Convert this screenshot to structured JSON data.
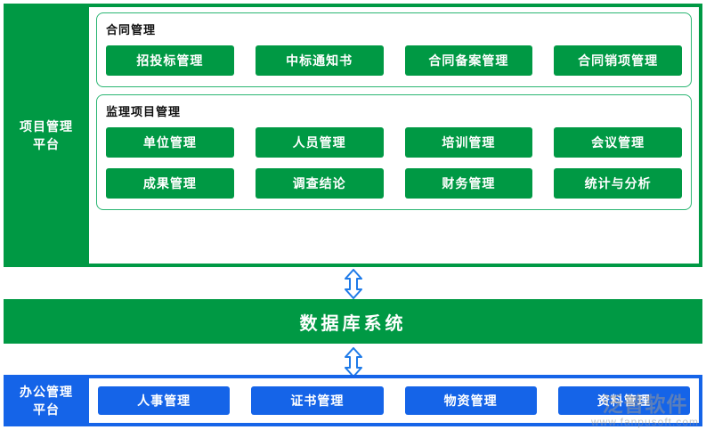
{
  "platform": {
    "label": "项目管理\n平台",
    "label_line1": "项目管理",
    "label_line2": "平台",
    "groups": [
      {
        "title": "合同管理",
        "rows": [
          [
            "招投标管理",
            "中标通知书",
            "合同备案管理",
            "合同销项管理"
          ]
        ]
      },
      {
        "title": "监理项目管理",
        "rows": [
          [
            "单位管理",
            "人员管理",
            "培训管理",
            "会议管理"
          ],
          [
            "成果管理",
            "调查结论",
            "财务管理",
            "统计与分析"
          ]
        ]
      }
    ]
  },
  "database": {
    "label": "数据库系统"
  },
  "office": {
    "label_line1": "办公管理",
    "label_line2": "平台",
    "nodes": [
      "人事管理",
      "证书管理",
      "物资管理",
      "资料管理"
    ]
  },
  "arrows": {
    "top_label": "double-arrow-up-down",
    "bottom_label": "double-arrow-up-down"
  },
  "watermark": {
    "main": "泛普软件",
    "sub": "www.fanpusoft.com"
  },
  "colors": {
    "green": "#009944",
    "green_border": "#2bb673",
    "blue": "#1564e8",
    "arrow": "#1e7ae8",
    "white": "#ffffff"
  }
}
